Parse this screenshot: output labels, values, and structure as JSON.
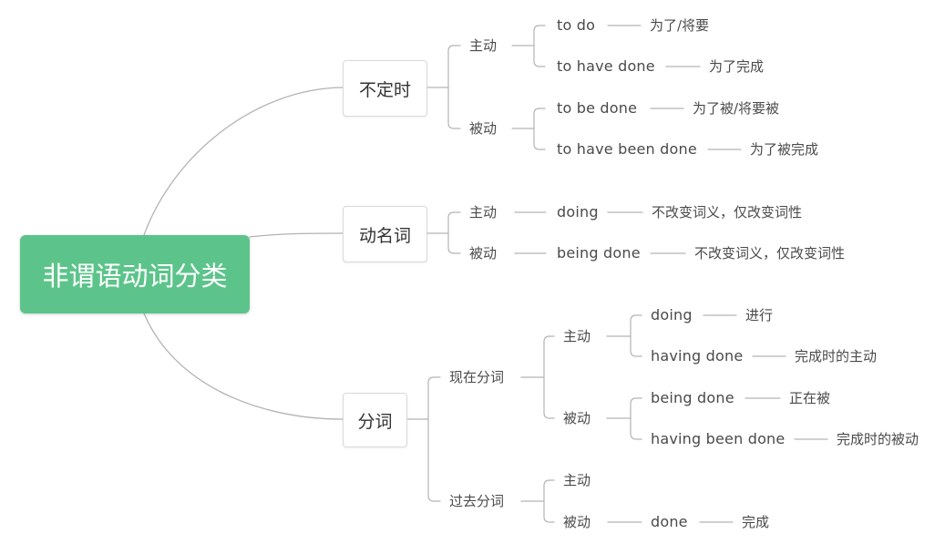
{
  "root": "非谓语动词分类",
  "infinitive": {
    "label": "不定时",
    "active": {
      "label": "主动",
      "f1": "to do",
      "m1": "为了/将要",
      "f2": "to have done",
      "m2": "为了完成"
    },
    "passive": {
      "label": "被动",
      "f1": "to be done",
      "m1": "为了被/将要被",
      "f2": "to have been done",
      "m2": "为了被完成"
    }
  },
  "gerund": {
    "label": "动名词",
    "active": {
      "label": "主动",
      "form": "doing",
      "meaning": "不改变词义，仅改变词性"
    },
    "passive": {
      "label": "被动",
      "form": "being done",
      "meaning": "不改变词义，仅改变词性"
    }
  },
  "participle": {
    "label": "分词",
    "present": {
      "label": "现在分词",
      "active": {
        "label": "主动",
        "f1": "doing",
        "m1": "进行",
        "f2": "having done",
        "m2": "完成时的主动"
      },
      "passive": {
        "label": "被动",
        "f1": "being done",
        "m1": "正在被",
        "f2": "having been done",
        "m2": "完成时的被动"
      }
    },
    "past": {
      "label": "过去分词",
      "active": {
        "label": "主动"
      },
      "passive": {
        "label": "被动",
        "form": "done",
        "meaning": "完成"
      }
    }
  },
  "colors": {
    "root": "#5cc48b",
    "line": "#b3b3b3"
  }
}
